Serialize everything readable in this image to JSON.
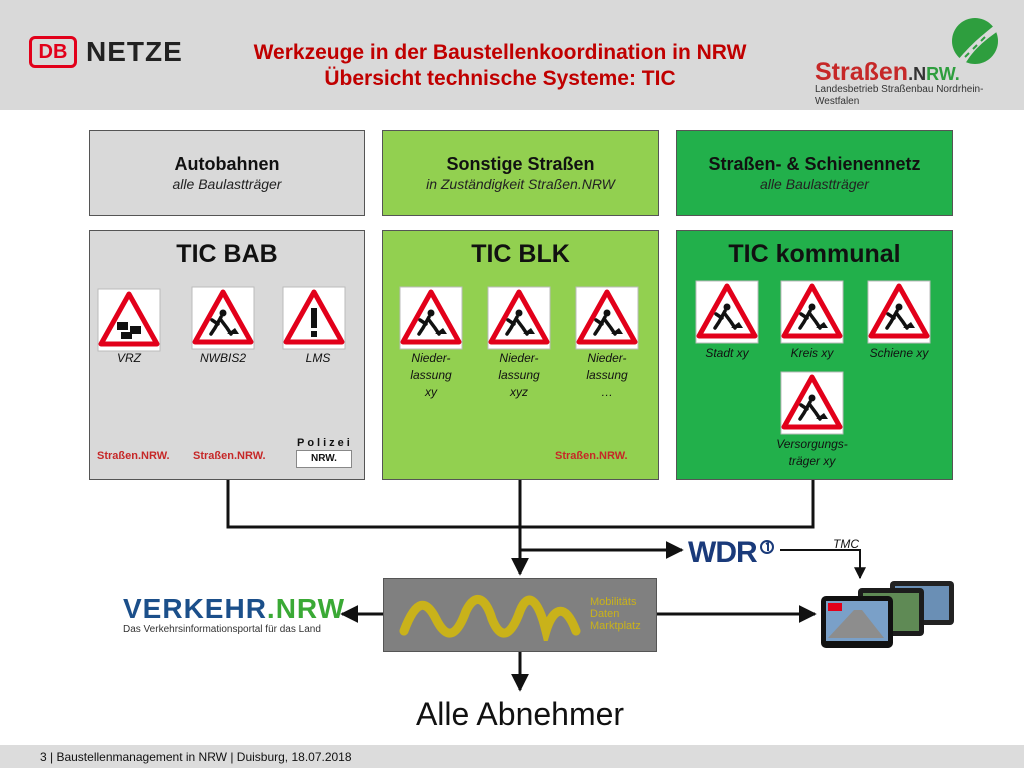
{
  "header": {
    "db_label": "DB",
    "netze_label": "NETZE",
    "title_line1": "Werkzeuge in der Baustellenkoordination in NRW",
    "title_line2": "Übersicht technische Systeme: TIC",
    "strassen_logo": {
      "part1": "Straßen",
      "part2": ".N",
      "part3": "RW.",
      "subline": "Landesbetrieb Straßenbau Nordrhein-Westfalen"
    }
  },
  "columns": [
    {
      "head_title": "Autobahnen",
      "head_subtitle": "alle Baulastträger",
      "body_title": "TIC BAB",
      "signs": [
        {
          "icon": "traffic-jam-sign-icon",
          "label": "VRZ"
        },
        {
          "icon": "road-works-sign-icon",
          "label": "NWBIS2"
        },
        {
          "icon": "exclamation-sign-icon",
          "label": "LMS"
        }
      ],
      "logos": [
        {
          "icon": "strassen-nrw-logo",
          "text": "Straßen.NRW."
        },
        {
          "icon": "strassen-nrw-logo",
          "text": "Straßen.NRW."
        },
        {
          "icon": "polizei-nrw-logo",
          "text": "Polizei",
          "badge": "NRW."
        }
      ],
      "colors": {
        "head": "#d9d9d9",
        "body": "#d9d9d9"
      }
    },
    {
      "head_title": "Sonstige Straßen",
      "head_subtitle": "in Zuständigkeit Straßen.NRW",
      "body_title": "TIC BLK",
      "signs": [
        {
          "icon": "road-works-sign-icon",
          "label": "Nieder-\nlassung\nxy"
        },
        {
          "icon": "road-works-sign-icon",
          "label": "Nieder-\nlassung\nxyz"
        },
        {
          "icon": "road-works-sign-icon",
          "label": "Nieder-\nlassung\n…"
        }
      ],
      "logos": [
        {
          "icon": "strassen-nrw-logo",
          "text": "Straßen.NRW."
        }
      ],
      "colors": {
        "head": "#92d050",
        "body": "#92d050"
      }
    },
    {
      "head_title": "Straßen- & Schienennetz",
      "head_subtitle": "alle Baulastträger",
      "body_title": "TIC kommunal",
      "signs": [
        {
          "icon": "road-works-sign-icon",
          "label": "Stadt xy"
        },
        {
          "icon": "road-works-sign-icon",
          "label": "Kreis xy"
        },
        {
          "icon": "road-works-sign-icon",
          "label": "Schiene xy"
        },
        {
          "icon": "road-works-sign-icon",
          "label": "Versorgungs-\nträger xy"
        }
      ],
      "logos": [],
      "colors": {
        "head": "#22b04b",
        "body": "#22b04b"
      }
    }
  ],
  "flow": {
    "mdm_text_line1": "Mobilitäts",
    "mdm_text_line2": "Daten",
    "mdm_text_line3": "Marktplatz",
    "wdr_label": "WDR",
    "tmc_label": "TMC",
    "verkehr_title": "VERKEHR",
    "verkehr_tld": ".NRW",
    "verkehr_subtitle": "Das Verkehrsinformationsportal für das Land",
    "all_consumers": "Alle Abnehmer"
  },
  "footer": {
    "text": "3 | Baustellenmanagement in NRW | Duisburg, 18.07.2018"
  },
  "colors": {
    "title_red": "#c00000",
    "db_red": "#e2001a",
    "sign_red": "#e2001a",
    "mdm_gold": "#c9b21a",
    "verkehr_blue": "#1b4f8a",
    "wdr_blue": "#1a3a7a"
  }
}
